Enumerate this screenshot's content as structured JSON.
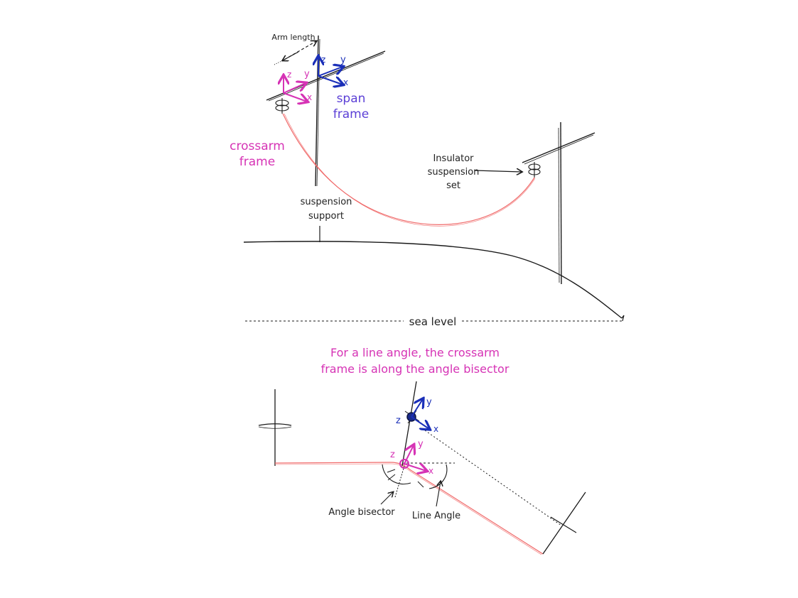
{
  "colors": {
    "ink": "#1a1a1a",
    "pink": "#d633b5",
    "blue": "#1a2fb8",
    "span_label": "#5b3fd6",
    "conductor": "#f06a6a"
  },
  "labels": {
    "arm_length": "Arm length",
    "span_frame_line1": "span",
    "span_frame_line2": "frame",
    "crossarm_frame_line1": "crossarm",
    "crossarm_frame_line2": "frame",
    "insulator_line1": "Insulator",
    "insulator_line2": "suspension",
    "insulator_line3": "set",
    "suspension_support_line1": "suspension",
    "suspension_support_line2": "support",
    "sea_level": "sea level",
    "caption_line1": "For a line angle, the crossarm",
    "caption_line2": "frame is along the angle bisector",
    "angle_bisector": "Angle bisector",
    "line_angle": "Line Angle"
  },
  "axes": {
    "x": "x",
    "y": "y",
    "z": "z"
  }
}
